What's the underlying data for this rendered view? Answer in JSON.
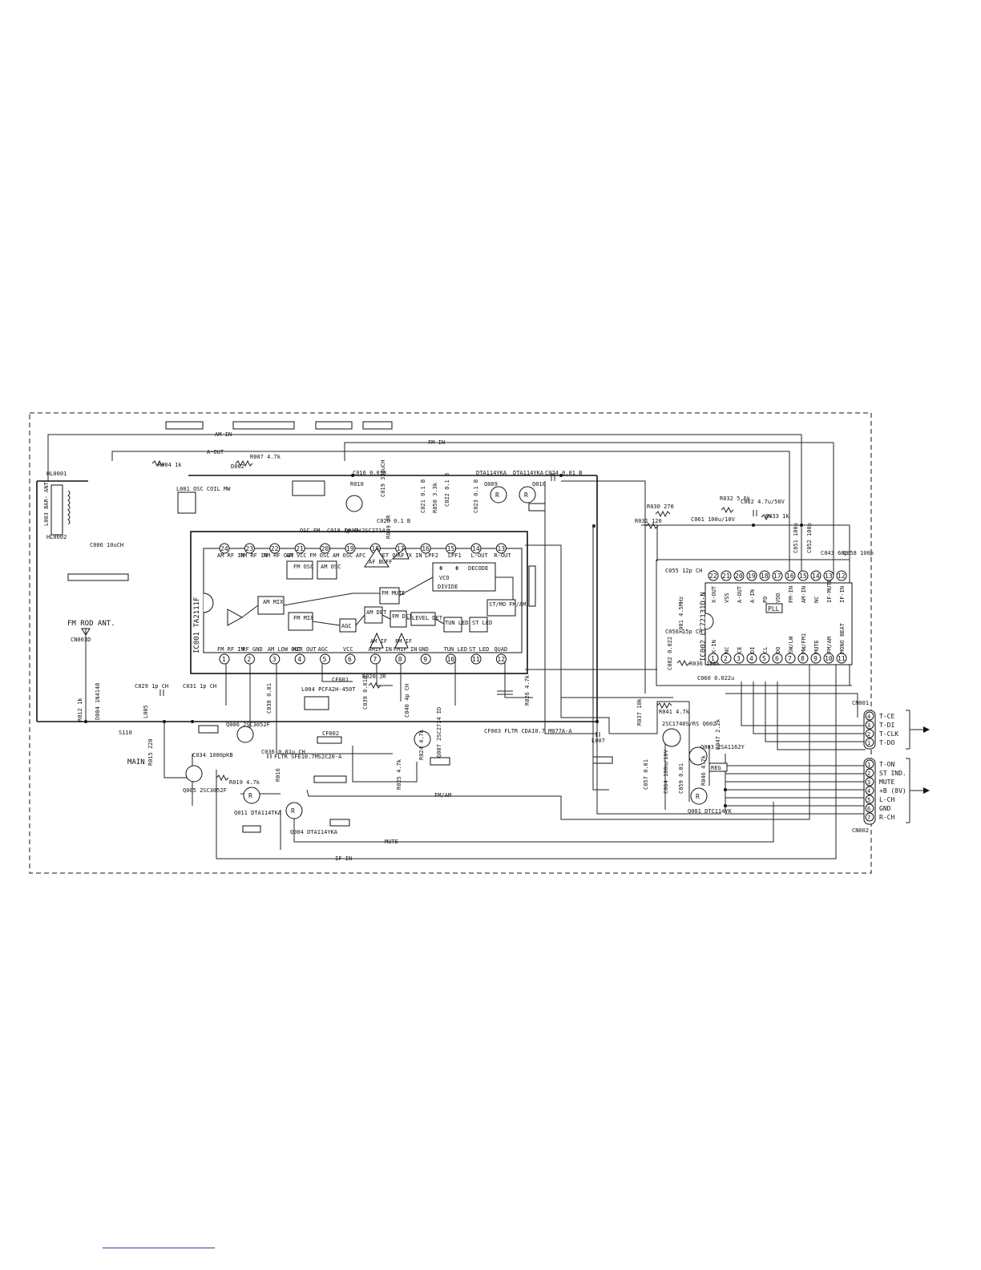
{
  "ic001": {
    "name": "IC001 TA2111F",
    "top_pins": [
      "24",
      "23",
      "22",
      "21",
      "20",
      "19",
      "18",
      "17",
      "16",
      "15",
      "14",
      "13"
    ],
    "top_labels": [
      "AM RF IN",
      "FM RF IN",
      "FM RF OUT",
      "AM VCC",
      "FM OSC",
      "AM OSC",
      "AFC",
      "DET OUT",
      "MPX IN",
      "LPF2",
      "LPF1",
      "L-OUT",
      "R-OUT"
    ],
    "bottom_pins": [
      "1",
      "2",
      "3",
      "4",
      "5",
      "6",
      "7",
      "8",
      "9",
      "10",
      "11",
      "12"
    ],
    "bottom_labels": [
      "FM RF IN",
      "RF GND",
      "AM LOW OUT",
      "MIX OUT",
      "AGC",
      "VCC",
      "AMIF IN",
      "FMIF IN",
      "GND",
      "TUN LED",
      "ST LED",
      "QUAD"
    ],
    "blocks": {
      "fm_osc": "FM OSC",
      "am_osc": "AM OSC",
      "am_mix": "AM MIX",
      "fm_mix": "FM MIX",
      "agc": "AGC",
      "am_det": "AM DET",
      "fm_det": "FM DET",
      "level_det": "LEVEL DET",
      "tun_led": "TUN LED",
      "st_led": "ST LED",
      "af_buff": "AF BUFF",
      "af": "AF",
      "fm_mute": "FM MUTE",
      "phi1": "Φ",
      "phi2": "Φ",
      "decode": "DECODE",
      "vco": "VCO",
      "divide": "DIVIDE",
      "st_mo": "ST/MO FM/AM",
      "am_if": "AM IF",
      "fm_if": "FM IF"
    }
  },
  "ic002": {
    "name": "IC002 LC72131D-N",
    "pll": "PLL",
    "top_pins": [
      "22",
      "21",
      "20",
      "19",
      "18",
      "17",
      "16",
      "15",
      "14",
      "13",
      "12"
    ],
    "top_labels": [
      "X-OUT",
      "VSS",
      "A-OUT",
      "A-IN",
      "PD",
      "VDD",
      "FM-IN",
      "AM-IN",
      "NC",
      "IF-MUTE",
      "IF-IN"
    ],
    "bottom_pins": [
      "1",
      "2",
      "3",
      "4",
      "5",
      "6",
      "7",
      "8",
      "9",
      "10",
      "11"
    ],
    "bottom_labels": [
      "X-IN",
      "NC",
      "CE",
      "DI",
      "CL",
      "DO",
      "SW/LW",
      "MW/FM1",
      "MUTE",
      "FM/AM",
      "MONO BEAT"
    ]
  },
  "cn001": {
    "name": "CN001",
    "pins": [
      "4",
      "3",
      "2",
      "1"
    ],
    "labels": [
      "T-CE",
      "T-DI",
      "T-CLK",
      "T-DO"
    ]
  },
  "cn002": {
    "name": "CN002",
    "pins": [
      "1",
      "2",
      "3",
      "4",
      "5",
      "6",
      "7"
    ],
    "labels": [
      "T-ON",
      "ST IND.",
      "MUTE",
      "+B (8V)",
      "L-CH",
      "GND",
      "R-CH"
    ]
  },
  "bus_labels": {
    "am_in": "AM-IN",
    "a_out": "A-OUT",
    "fm_in": "FM-IN",
    "fm_am": "FM/AM",
    "mute": "MUTE",
    "if_in": "IF-IN"
  },
  "labels": {
    "fm_rod_ant": "FM ROD ANT.",
    "main": "MAIN",
    "l003_bar_ant": "L003 BAR- ANT",
    "hl0001": "HL0001",
    "hl0002": "HL0002",
    "cn003d": "CN003D",
    "s110": "S110",
    "x001": "X001 4.5MHz",
    "osc_coil": "L001 OSC COIL MW",
    "fm_osc_coil": "OSC FM",
    "cf001": "CF001",
    "cf002": "CF002",
    "cf003": "CF003 FLTR CDA10.7 M077A-A",
    "cf001_part": "FLTR SFE10.7MS2C20-A",
    "cf004": "L004 PCFA2H-450T",
    "c006": "C006 10uCH",
    "r007": "R007 4.7k",
    "r004": "R004 1k",
    "d002": "D002",
    "c016": "C016 0.018",
    "c019": "C019 330uCH",
    "c018": "C018 1p CH",
    "c020": "C020 0.1 B",
    "r049": "R049 JR",
    "r010": "R010",
    "q009_part": "Q009",
    "q010_part": "Q010",
    "dta114yka": "DTA114YKA",
    "c024": "C024 0.01 B",
    "r050": "R050 3.3k",
    "c022": "C022 0.1 B",
    "c023": "C023 0.1 B",
    "c021": "C021 0.1 B",
    "r030": "R030 270",
    "r031": "R031 120",
    "r032": "R032 5.6k",
    "c062": "C062 4.7u/50V",
    "r033": "R033 1k",
    "c061": "C061 100u/10V",
    "c051": "C051 100p",
    "c052": "C052 100p",
    "c043": "C043 68p",
    "c058": "C058 100p",
    "c055": "C055 12p CH",
    "c056": "C056 15p CH",
    "r036": "R036 100k",
    "c060": "C060 0.022u",
    "c082": "C082 0.022",
    "r041": "R041 4.7k",
    "q002": "2SC1740S/RS Q002",
    "q003": "Q003 2SA1162Y",
    "q001": "Q001 DTC114YK",
    "reg": "REG",
    "l007": "L007",
    "c057": "C057 0.01",
    "c064": "C064 100u/10V",
    "c059": "C059 0.01",
    "r037": "R037 10k",
    "r046": "R046 4.7k",
    "r047": "R047 2.2k",
    "q006": "Q006 2SC3052F",
    "q005": "Q005 2SC3052F",
    "q011": "Q011 DTA114TKA",
    "q004": "Q004 DTA114YKA",
    "q007": "Q007 2SC2714 ID",
    "q008": "Q008 2SC2714",
    "c029": "C029 1p CH",
    "c031": "C031 1p CH",
    "c036": "C036 0.01u CH",
    "c034": "C034 1000pKB",
    "r015": "R015 220",
    "r012": "R012 1k",
    "d004": "D004 1N4148",
    "l005": "L005",
    "r020": "R020 JR",
    "r025": "R025 4.7k",
    "r024": "R024 4.7k",
    "r026": "R026 4.7k",
    "r019": "R019 4.7k",
    "r016": "R016",
    "c038": "C038 0.01",
    "c040": "C040 4p CH",
    "c039": "C039 0.018"
  }
}
